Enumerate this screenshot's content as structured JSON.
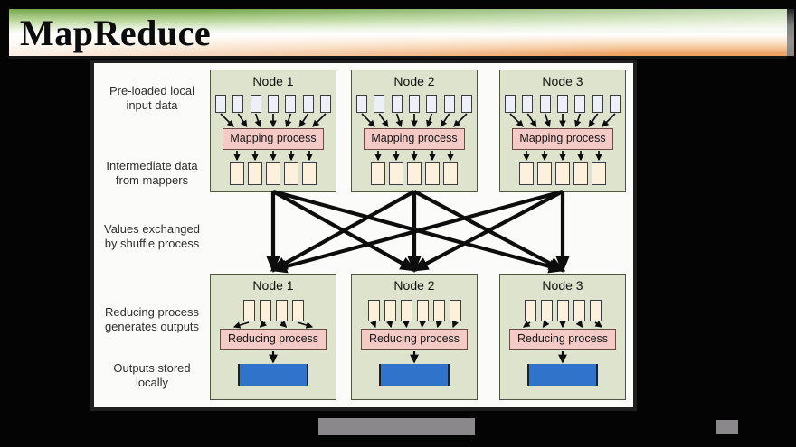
{
  "colors": {
    "banner_green": "#74a74c",
    "banner_green_light": "#b9d69a",
    "banner_orange": "#eea263",
    "slide_bg": "#fbfbfa",
    "node_fill": "#dde3cc",
    "node_border": "#50543f",
    "process_fill": "#f3cac6",
    "process_border": "#6b4a46",
    "input_box_fill": "#eef0f9",
    "box_border": "#3c3c40",
    "intermediate_box_fill": "#fcf1dc",
    "output_blue": "#2f74ca",
    "arrow_color": "#0d0d0d",
    "label_color": "#2e2e2e",
    "footer_gray": "#8a888b"
  },
  "header": {
    "title": "MapReduce"
  },
  "diagram": {
    "row_labels": [
      "Pre-loaded local\ninput data",
      "Intermediate data\nfrom mappers",
      "Values exchanged\nby shuffle process",
      "Reducing process\ngenerates outputs",
      "Outputs stored\nlocally"
    ],
    "top_nodes": [
      {
        "title": "Node 1",
        "process_label": "Mapping process",
        "input_boxes": 7,
        "intermediate_boxes": 5
      },
      {
        "title": "Node 2",
        "process_label": "Mapping process",
        "input_boxes": 7,
        "intermediate_boxes": 5
      },
      {
        "title": "Node 3",
        "process_label": "Mapping process",
        "input_boxes": 7,
        "intermediate_boxes": 5
      }
    ],
    "bottom_nodes": [
      {
        "title": "Node 1",
        "process_label": "Reducing process",
        "input_boxes": 4
      },
      {
        "title": "Node 2",
        "process_label": "Reducing process",
        "input_boxes": 6
      },
      {
        "title": "Node 3",
        "process_label": "Reducing process",
        "input_boxes": 5
      }
    ]
  }
}
